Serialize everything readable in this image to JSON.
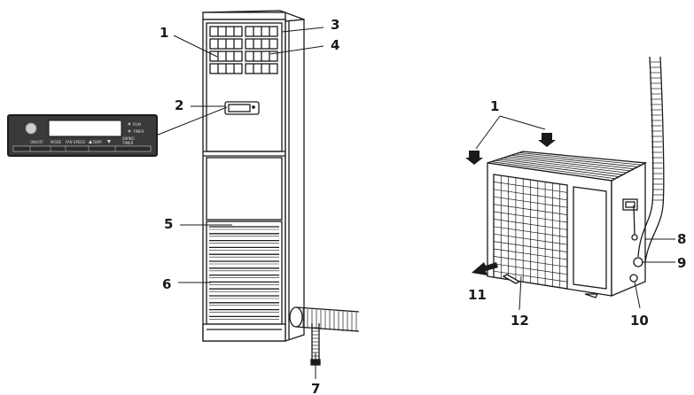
{
  "callouts": {
    "c1": "1",
    "c2": "2",
    "c3": "3",
    "c4": "4",
    "c5": "5",
    "c6": "6",
    "c7": "7",
    "c8": "8",
    "c9": "9",
    "c10": "10",
    "c11": "11",
    "c12": "12",
    "c1_outdoor": "1"
  },
  "panel": {
    "btn1": "ON/OFF",
    "btn2": "MODE",
    "btn3": "FAN SPEED",
    "btn4": "TEMP",
    "btn5": "SWING",
    "btn6": "TIMER",
    "ind1": "RUN",
    "ind2": "TIMER"
  },
  "watermark": "",
  "colors": {
    "line": "#1a1a1a",
    "panel_bg": "#3a3a3a",
    "panel_frame": "#1c1c1c"
  }
}
